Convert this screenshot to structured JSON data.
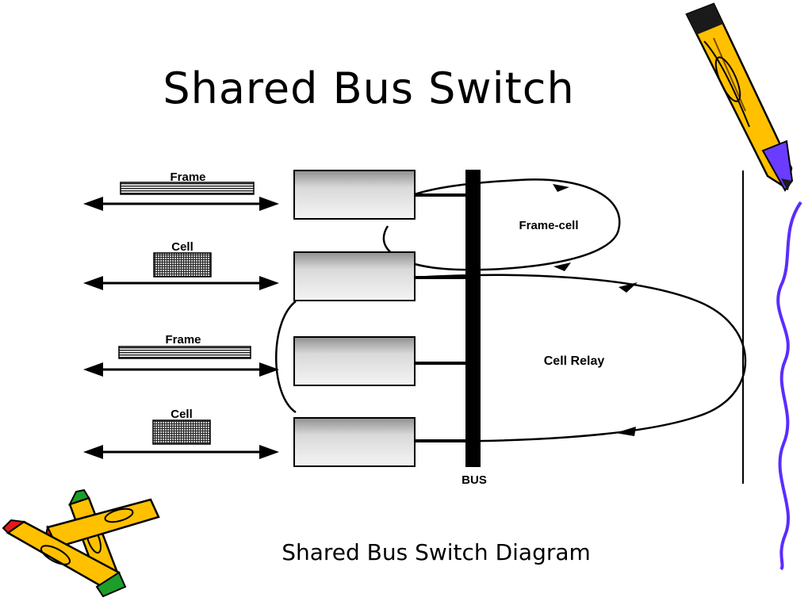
{
  "title": "Shared Bus Switch",
  "caption": "Shared Bus Switch Diagram",
  "diagram": {
    "port_labels": [
      "Frame",
      "Cell",
      "Frame",
      "Cell"
    ],
    "bus_label": "BUS",
    "frame_cell_label": "Frame-cell",
    "cell_relay_label": "Cell Relay"
  },
  "decorations": {
    "clipart": [
      "pencil-icon",
      "crayons-icon"
    ],
    "accent_colors": [
      "#ffc000",
      "#6a3cff",
      "#e51a1a",
      "#1d9e2a"
    ]
  }
}
